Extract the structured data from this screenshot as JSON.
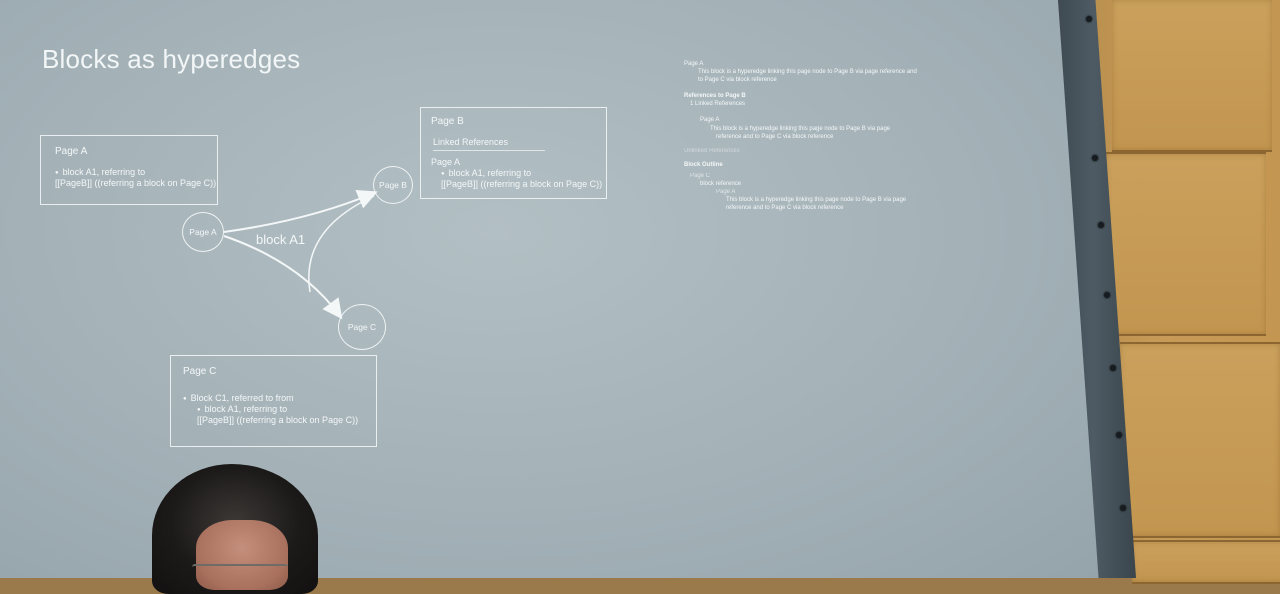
{
  "slide": {
    "title": "Blocks as hyperedges",
    "box_a": {
      "title": "Page A",
      "line1": "block A1, referring to",
      "line2": "[[PageB]] ((referring a block on Page C))"
    },
    "box_b": {
      "title": "Page B",
      "section": "Linked References",
      "ref_page": "Page A",
      "line1": "block A1, referring to",
      "line2": "[[PageB]] ((referring a block on Page C))"
    },
    "box_c": {
      "title": "Page C",
      "line1": "Block C1, referred to from",
      "line2": "block A1, referring to",
      "line3": "[[PageB]] ((referring a block on Page C))"
    },
    "nodes": {
      "a": "Page A",
      "b": "Page B",
      "c": "Page C"
    },
    "edge_label": "block A1"
  },
  "outline": {
    "l1": "Page A",
    "l2": "This block is a hyperedge linking this page node to Page B via page reference and",
    "l3": "to Page C via block reference",
    "l4": "References to Page B",
    "l5": "1 Linked References",
    "l6": "Page A",
    "l7": "This block is a hyperedge linking this page node to Page B via page",
    "l8": "reference and to Page C via block reference",
    "l9": "Unlinked References",
    "l10": "Block Outline",
    "l11": "Page C",
    "l12": "block reference",
    "l13": "Page A",
    "l14": "This block is a hyperedge linking this page node to Page B via page",
    "l15": "reference and to Page C via block reference"
  },
  "colors": {
    "screen": "#a9b7bd",
    "text": "#f4f7f8",
    "frame": "#46525a",
    "wall": "#c39652"
  }
}
